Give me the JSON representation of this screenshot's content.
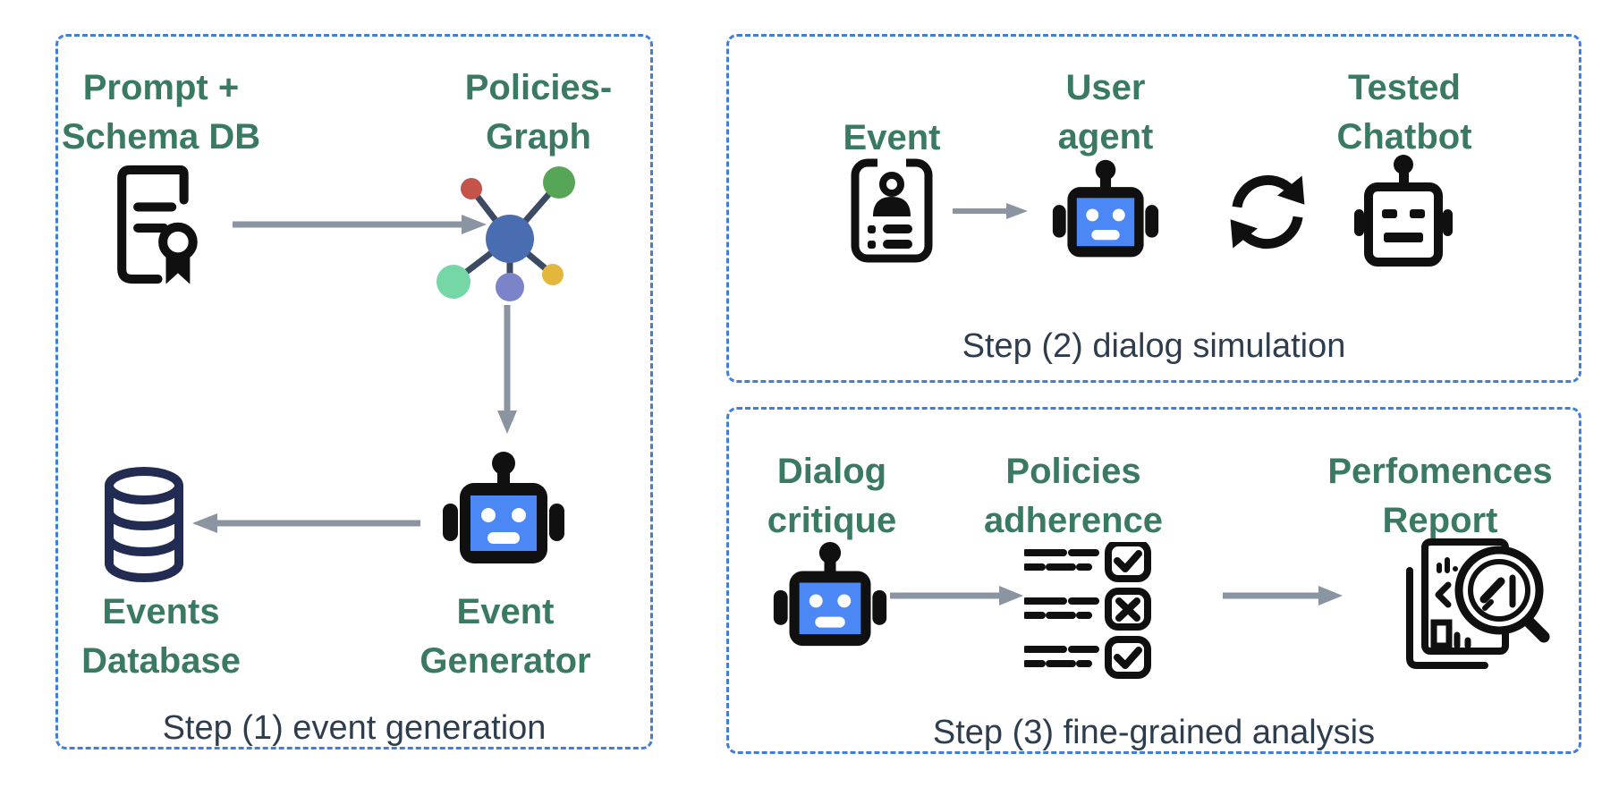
{
  "colors": {
    "label_green": "#3a7a62",
    "caption_slate": "#2e3d4e",
    "border_blue": "#3f7fd8",
    "arrow_gray": "#8b95a2",
    "icon_black": "#101010",
    "robot_face_blue": "#4b87f5",
    "database_navy": "#222c52",
    "graph_edge": "#3d4a63",
    "graph_center_blue": "#4a6cb0",
    "graph_red": "#c5534a",
    "graph_green": "#57a657",
    "graph_mint": "#74d7a5",
    "graph_purple": "#7b84c8",
    "graph_yellow": "#e3b73c"
  },
  "icons": {
    "prompt_schema": "document-with-award-ribbon",
    "policies_graph": "network-graph-nodes",
    "event_generator": "robot-face-blue",
    "events_database": "database-cylinder",
    "event_card": "profile-card",
    "user_agent": "robot-face-blue",
    "dialog_loop": "sync-cycle-arrows",
    "tested_chatbot": "robot-face-outline",
    "dialog_critique": "robot-face-blue",
    "policies_checklist": "checklist-check-x-check",
    "performance_report": "report-with-magnifier"
  },
  "step1": {
    "caption": "Step (1) event generation",
    "prompt_schema": {
      "line1": "Prompt +",
      "line2": "Schema DB"
    },
    "policies_graph": {
      "line1": "Policies-",
      "line2": "Graph"
    },
    "events_database": {
      "line1": "Events",
      "line2": "Database"
    },
    "event_generator": {
      "line1": "Event",
      "line2": "Generator"
    }
  },
  "step2": {
    "caption": "Step (2) dialog simulation",
    "event": {
      "line1": "Event"
    },
    "user_agent": {
      "line1": "User",
      "line2": "agent"
    },
    "tested_chatbot": {
      "line1": "Tested",
      "line2": "Chatbot"
    }
  },
  "step3": {
    "caption": "Step (3) fine-grained analysis",
    "dialog_critique": {
      "line1": "Dialog",
      "line2": "critique"
    },
    "policies_adherence": {
      "line1": "Policies",
      "line2": "adherence"
    },
    "performances_report": {
      "line1": "Perfomences",
      "line2": "Report"
    },
    "checklist_results": [
      "check",
      "cross",
      "check"
    ]
  }
}
